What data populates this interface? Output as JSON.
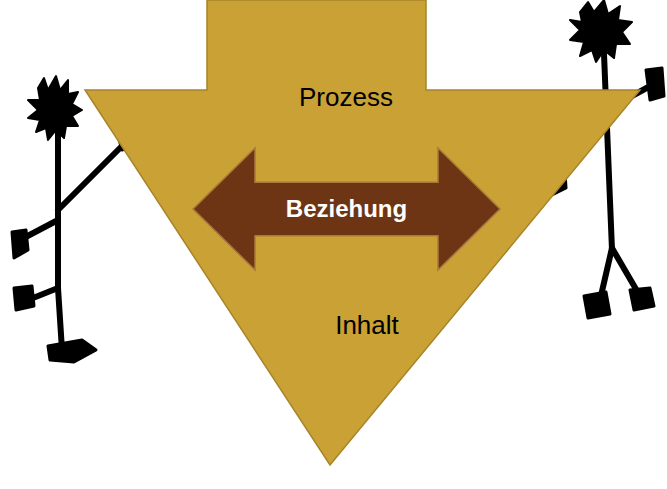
{
  "diagram": {
    "nodes": [
      {
        "text": [
          "Prozess",
          "Inhalt"
        ]
      },
      {
        "text": [
          "Beziehung"
        ],
        "in": 0
      }
    ]
  }
}
